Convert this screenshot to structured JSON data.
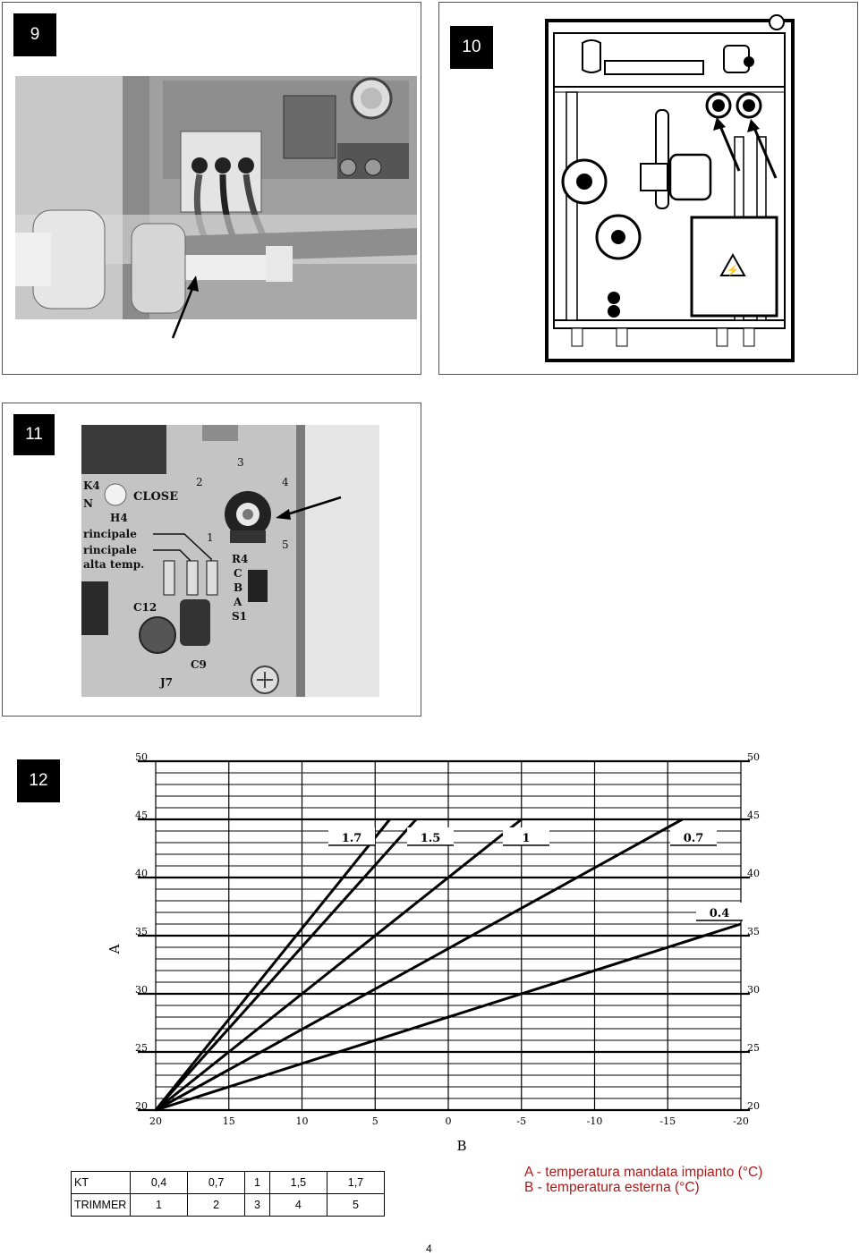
{
  "figures": {
    "fig9": {
      "number": "9"
    },
    "fig10": {
      "number": "10"
    },
    "fig11": {
      "number": "11",
      "pcb_labels": {
        "close": "CLOSE",
        "k4": "K4",
        "h4": "H4",
        "n": "N",
        "principale_1": "rincipale",
        "principale_2": "rincipale",
        "alta": "alta temp.",
        "r4": "R4",
        "c": "C",
        "b": "B",
        "a": "A",
        "s1": "S1",
        "c12": "C12",
        "c9": "C9",
        "j7": "J7",
        "dial": [
          "1",
          "2",
          "3",
          "4",
          "5"
        ]
      }
    },
    "fig12": {
      "number": "12"
    }
  },
  "chart_data": {
    "type": "line",
    "title": "",
    "xlabel": "B",
    "ylabel": "A",
    "x_ticks": [
      20,
      15,
      10,
      5,
      0,
      -5,
      -10,
      -15,
      -20
    ],
    "x_tick_labels": [
      "20",
      "15",
      "10",
      "5",
      "0",
      "-5",
      "-10",
      "-15",
      "-20"
    ],
    "y_ticks": [
      20,
      25,
      30,
      35,
      40,
      45,
      50
    ],
    "xlim": [
      20,
      -20
    ],
    "ylim": [
      20,
      50
    ],
    "grid": true,
    "series": [
      {
        "name": "1.7",
        "points": [
          [
            20,
            20
          ],
          [
            4,
            45
          ]
        ]
      },
      {
        "name": "1.5",
        "points": [
          [
            20,
            20
          ],
          [
            2.2,
            45
          ]
        ]
      },
      {
        "name": "1",
        "points": [
          [
            20,
            20
          ],
          [
            -5,
            45
          ]
        ]
      },
      {
        "name": "0.7",
        "points": [
          [
            20,
            20
          ],
          [
            -16,
            45
          ]
        ]
      },
      {
        "name": "0.4",
        "points": [
          [
            20,
            20
          ],
          [
            -20,
            36
          ]
        ]
      }
    ]
  },
  "kt_table": {
    "rows": [
      {
        "label": "KT",
        "values": [
          "0,4",
          "0,7",
          "1",
          "1,5",
          "1,7"
        ]
      },
      {
        "label": "TRIMMER",
        "values": [
          "1",
          "2",
          "3",
          "4",
          "5"
        ]
      }
    ]
  },
  "legend": {
    "a": "A - temperatura mandata impianto (°C)",
    "b": "B - temperatura esterna (°C)"
  },
  "page_number": "4"
}
